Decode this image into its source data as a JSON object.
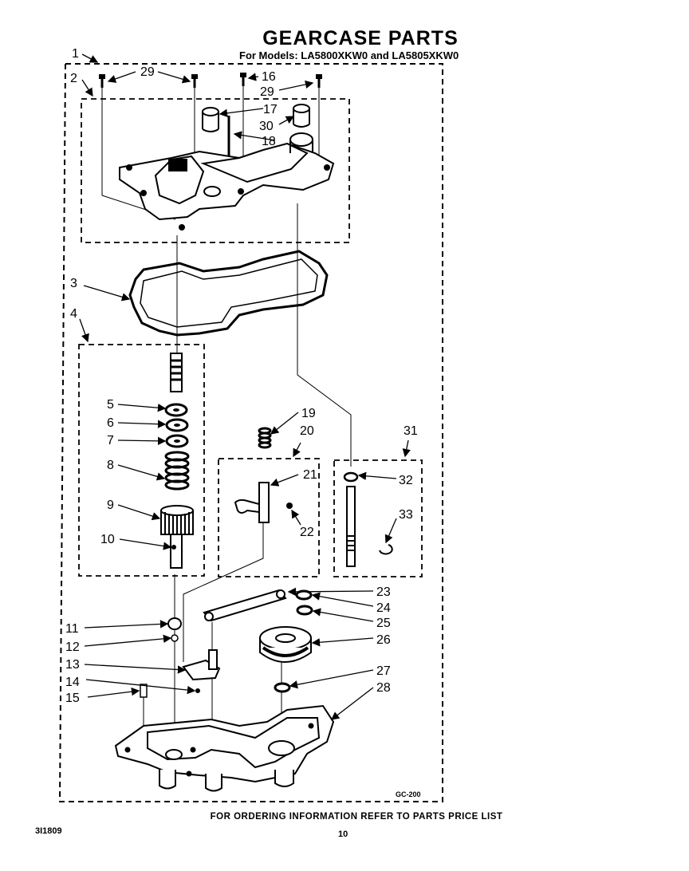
{
  "header": {
    "title": "GEARCASE PARTS",
    "subtitle": "For Models: LA5800XKW0   and LA5805XKW0"
  },
  "footer": {
    "ordering_note": "FOR ORDERING INFORMATION REFER TO PARTS PRICE LIST",
    "document_number": "3I1809",
    "page_number": "10",
    "diagram_code": "GC-200"
  },
  "callouts": {
    "c1": "1",
    "c2": "2",
    "c3": "3",
    "c4": "4",
    "c5": "5",
    "c6": "6",
    "c7": "7",
    "c8": "8",
    "c9": "9",
    "c10": "10",
    "c11": "11",
    "c12": "12",
    "c13": "13",
    "c14": "14",
    "c15": "15",
    "c16": "16",
    "c17": "17",
    "c18": "18",
    "c19": "19",
    "c20": "20",
    "c21": "21",
    "c22": "22",
    "c23": "23",
    "c24": "24",
    "c25": "25",
    "c26": "26",
    "c27": "27",
    "c28": "28",
    "c29a": "29",
    "c29b": "29",
    "c30": "30",
    "c31": "31",
    "c32": "32",
    "c33": "33"
  }
}
